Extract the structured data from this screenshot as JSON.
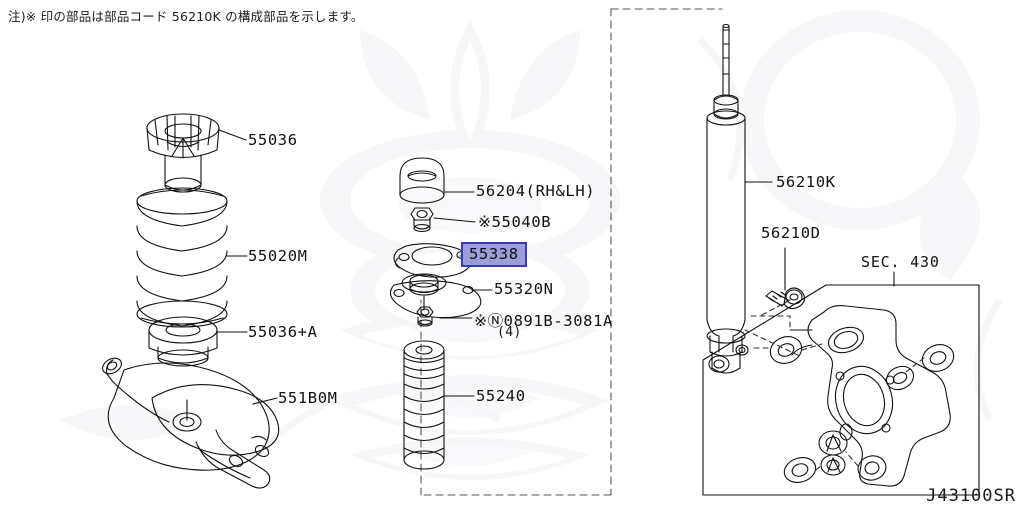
{
  "diagram": {
    "note": "注)※ 印の部品は部品コード 56210K の構成部品を示します。",
    "code": "J43100SR",
    "section_reference": "SEC. 430"
  },
  "left_column": [
    {
      "id": "upper-spring-seat",
      "label": "55036"
    },
    {
      "id": "coil-spring",
      "label": "55020M"
    },
    {
      "id": "lower-spring-seat",
      "label": "55036+A"
    },
    {
      "id": "rear-lower-link",
      "label": "551B0M"
    }
  ],
  "center_column": [
    {
      "id": "dust-cap",
      "label": "56204(RH&LH)"
    },
    {
      "id": "strut-mount-nut",
      "label": "※55040B"
    },
    {
      "id": "mounting-plate",
      "label": "55338",
      "highlighted": true
    },
    {
      "id": "strut-mount",
      "label": "55320N"
    },
    {
      "id": "mount-bolt",
      "label": "※Ⓝ0891B-3081A",
      "quantity": "(4)"
    },
    {
      "id": "bound-bumper",
      "label": "55240"
    }
  ],
  "right_column": [
    {
      "id": "shock-absorber",
      "label": "56210K"
    },
    {
      "id": "shock-mount-bolt",
      "label": "56210D"
    }
  ],
  "colors": {
    "highlight_fill": "#9d9ddb",
    "highlight_border": "#3a3ab0",
    "line": "#111111",
    "background": "#ffffff"
  }
}
